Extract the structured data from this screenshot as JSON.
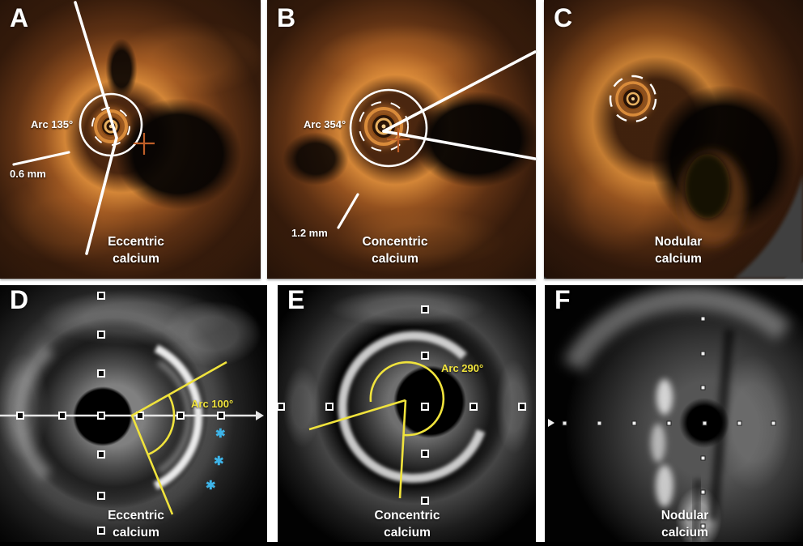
{
  "panels": [
    {
      "letter": "A",
      "arc_label": "Arc 135°",
      "measure_label": "0.6 mm",
      "caption": [
        "Eccentric",
        "calcium"
      ]
    },
    {
      "letter": "B",
      "arc_label": "Arc 354°",
      "measure_label": "1.2 mm",
      "caption": [
        "Concentric",
        "calcium"
      ]
    },
    {
      "letter": "C",
      "caption": [
        "Nodular",
        "calcium"
      ]
    },
    {
      "letter": "D",
      "arc_label": "Arc 100°",
      "caption": [
        "Eccentric",
        "calcium"
      ],
      "asterisk": "✱"
    },
    {
      "letter": "E",
      "arc_label": "Arc 290°",
      "caption": [
        "Concentric",
        "calcium"
      ]
    },
    {
      "letter": "F",
      "caption": [
        "Nodular",
        "calcium"
      ]
    }
  ],
  "colors": {
    "annotation_white": "#ffffff",
    "annotation_yellow": "#f0e33c",
    "asterisk_cyan": "#3eb4e8",
    "crosshair_orange": "#c05f28",
    "oct_orange": "#d98b3a",
    "background": "#ffffff"
  }
}
